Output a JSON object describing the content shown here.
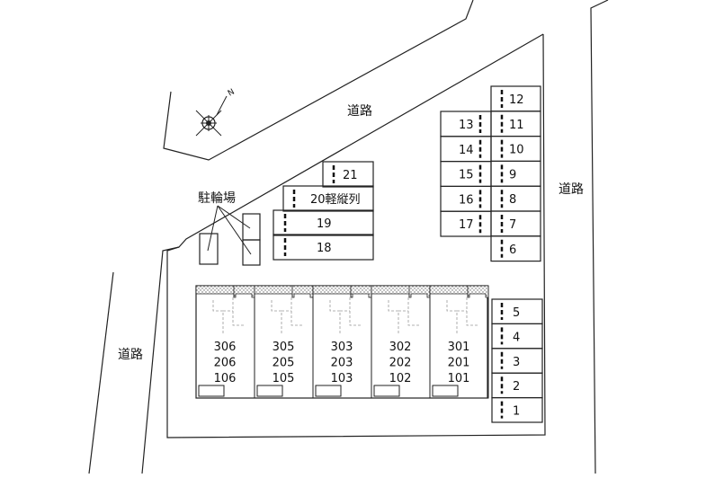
{
  "road_labels": [
    "道路",
    "道路",
    "道路"
  ],
  "bicycle_parking_label": "駐輪場",
  "compass_label": "N",
  "upper_parking": [
    {
      "label": "21"
    },
    {
      "label": "20軽縦列"
    },
    {
      "label": "19"
    },
    {
      "label": "18"
    }
  ],
  "parking_left_column": [
    "13",
    "14",
    "15",
    "16",
    "17"
  ],
  "parking_right_column": [
    "12",
    "11",
    "10",
    "9",
    "8",
    "7",
    "6"
  ],
  "parking_lower_column": [
    "5",
    "4",
    "3",
    "2",
    "1"
  ],
  "building_units": [
    {
      "floors": [
        "306",
        "206",
        "106"
      ]
    },
    {
      "floors": [
        "305",
        "205",
        "105"
      ]
    },
    {
      "floors": [
        "303",
        "203",
        "103"
      ]
    },
    {
      "floors": [
        "302",
        "202",
        "102"
      ]
    },
    {
      "floors": [
        "301",
        "201",
        "101"
      ]
    }
  ]
}
